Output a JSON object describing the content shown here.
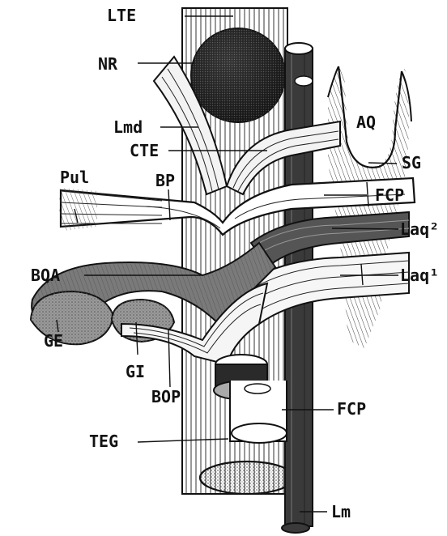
{
  "labels": {
    "LTE": "LTE",
    "NR": "NR",
    "Lmd": "Lmd",
    "CTE": "CTE",
    "Pul": "Pul",
    "BP": "BP",
    "BQA": "BQA",
    "GE": "GE",
    "GI": "GI",
    "BOP": "BOP",
    "TEG": "TEG",
    "AQ": "AQ",
    "SG": "SG",
    "FCP_top": "FCP",
    "Laq2": "Laq²",
    "Laq1": "Laq¹",
    "FCP_bottom": "FCP",
    "Lm": "Lm"
  }
}
